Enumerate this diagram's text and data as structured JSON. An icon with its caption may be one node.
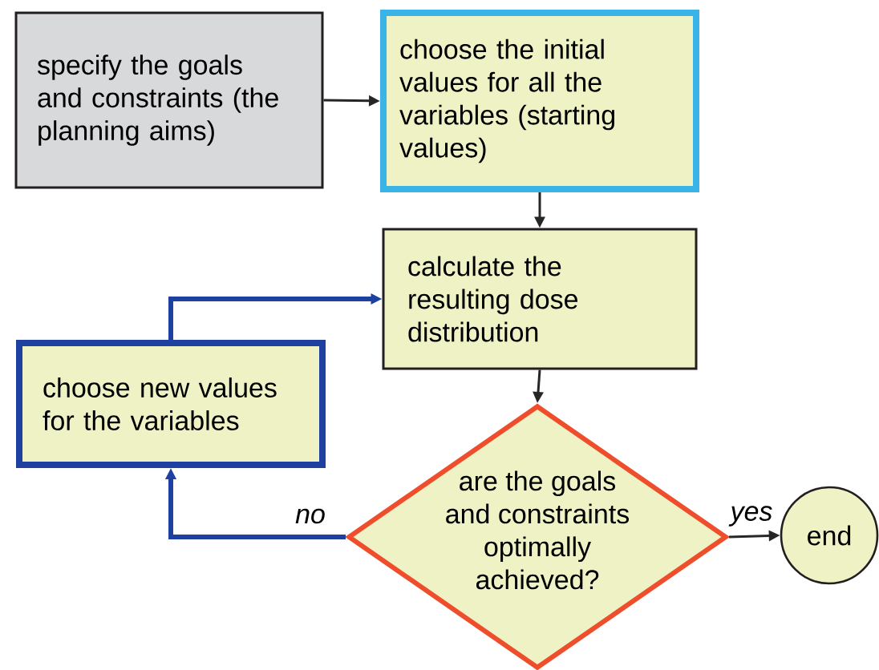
{
  "diagram": {
    "nodes": [
      {
        "text": [
          "specify the goals and constraints (the planning aims)"
        ]
      },
      {
        "text": [
          "choose the initial values for all the variables (starting values)"
        ]
      },
      {
        "text": [
          "calculate the resulting dose distribution"
        ]
      },
      {
        "text": [
          "choose new values for the variables"
        ]
      },
      {
        "text": [
          "are the goals and constraints optimally achieved?"
        ]
      },
      {
        "text": [
          "end"
        ]
      }
    ],
    "edges": [
      {
        "from": 0,
        "to": 1,
        "arrow": "to"
      },
      {
        "from": 1,
        "to": 2,
        "arrow": "to"
      },
      {
        "from": 2,
        "to": 4,
        "arrow": "to"
      },
      {
        "from": 4,
        "to": 3,
        "arrow": "to",
        "label": "no",
        "style": "thick",
        "color": "#1e40a0"
      },
      {
        "from": 3,
        "to": 2,
        "arrow": "to",
        "style": "thick",
        "color": "#1e40a0"
      },
      {
        "from": 4,
        "to": 5,
        "arrow": "to",
        "label": "yes"
      }
    ]
  }
}
